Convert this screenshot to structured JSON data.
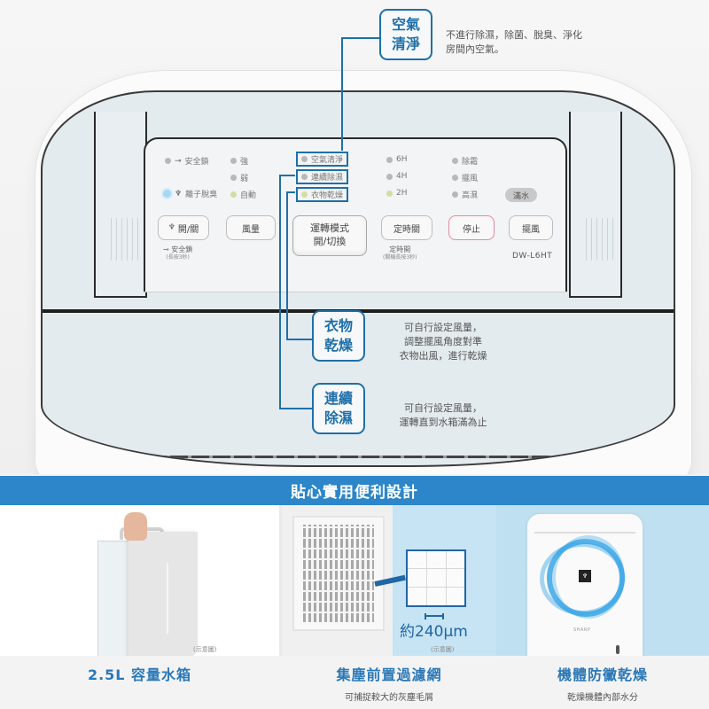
{
  "callouts": {
    "air_purify": {
      "title_line1": "空氣",
      "title_line2": "清淨",
      "desc_line1": "不進行除濕，除菌、脫臭、淨化",
      "desc_line2": "房間內空氣。"
    },
    "clothes_dry": {
      "title_line1": "衣物",
      "title_line2": "乾燥",
      "desc_line1": "可自行設定風量，",
      "desc_line2": "調整擺風角度對準",
      "desc_line3": "衣物出風，進行乾燥"
    },
    "continuous": {
      "title_line1": "連續",
      "title_line2": "除濕",
      "desc_line1": "可自行設定風量，",
      "desc_line2": "運轉直到水箱滿為止"
    }
  },
  "control_panel": {
    "indicators": {
      "child_lock": "安全鎖",
      "ion": "離子脫臭",
      "strong": "強",
      "weak": "弱",
      "auto": "自動",
      "air_clean": "空氣清淨",
      "continuous": "連續除濕",
      "clothes": "衣物乾燥",
      "h6": "6H",
      "h4": "4H",
      "h2": "2H",
      "defrost": "除霜",
      "swing": "擺風",
      "high_humidity": "高濕",
      "tank_full": "滿水"
    },
    "buttons": {
      "power": "開/關",
      "fan": "風量",
      "mode_line1": "運轉模式",
      "mode_line2": "開/切換",
      "timer": "定時關",
      "stop": "停止",
      "swing": "擺風"
    },
    "sub_labels": {
      "lock": "安全鎖",
      "lock_hint": "(長按3秒)",
      "timer_on": "定時開",
      "timer_on_hint": "(關機長按3秒)"
    },
    "model": "DW-L6HT",
    "colors": {
      "highlight": "#1f6fa8",
      "led_green": "#d5dca0",
      "led_blue": "#a8d6f3",
      "stop_border": "#e28aa2"
    }
  },
  "banner": {
    "title": "貼心實用便利設計",
    "color": "#2c86c9"
  },
  "features": [
    {
      "title": "2.5L 容量水箱",
      "desc": "",
      "note": "(示意圖)"
    },
    {
      "title": "集塵前置過濾網",
      "desc": "可捕捉較大的灰塵毛屑",
      "note": "(示意圖)",
      "mesh_size": "約240μm"
    },
    {
      "title": "機體防黴乾燥",
      "desc": "乾燥機體內部水分",
      "brand": "SHARP"
    }
  ]
}
